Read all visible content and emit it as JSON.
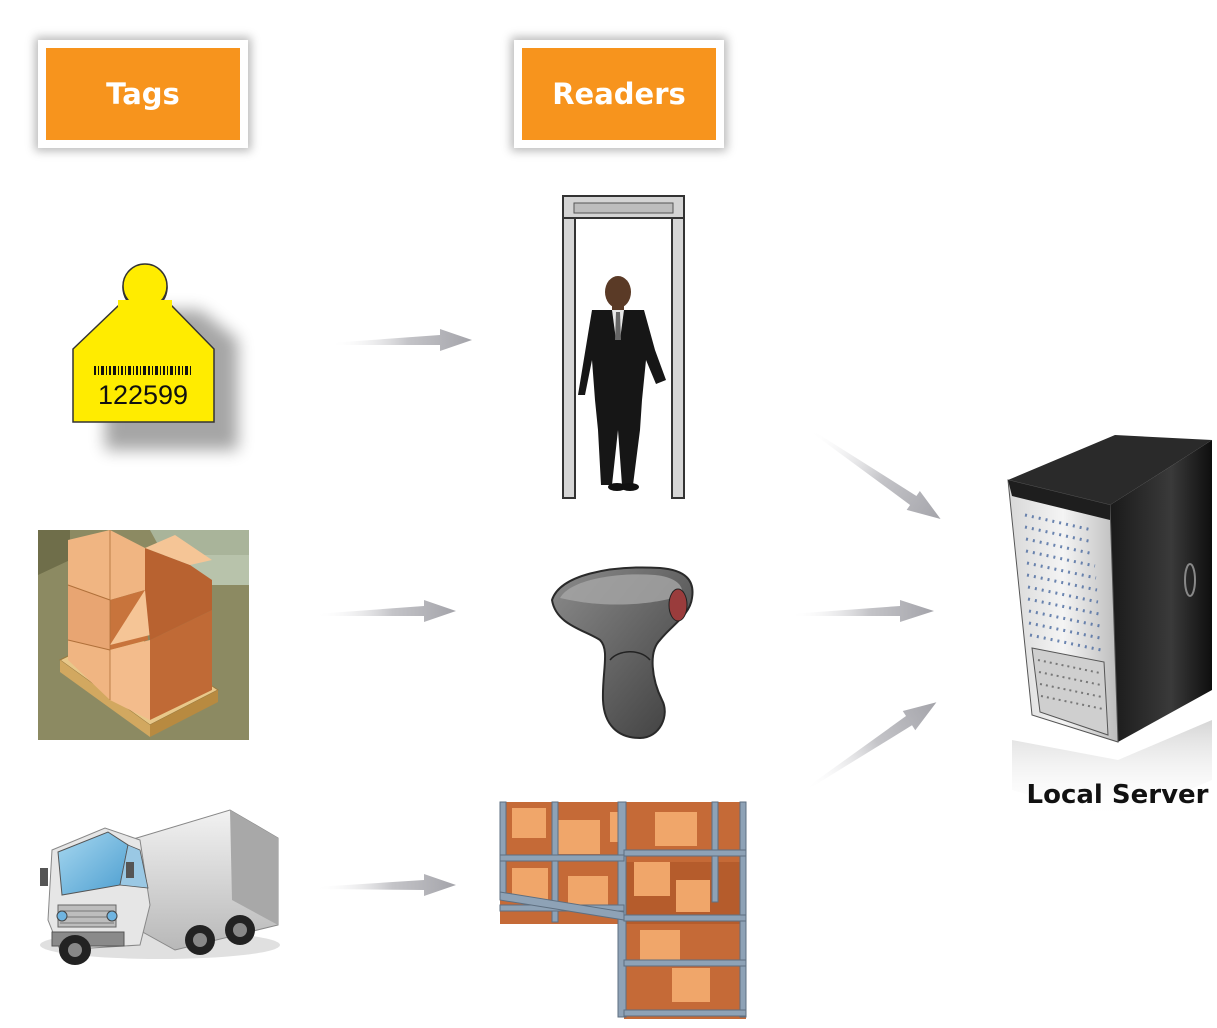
{
  "headers": {
    "tags": "Tags",
    "readers": "Readers"
  },
  "tag_label": {
    "number": "122599"
  },
  "server": {
    "label": "Local Server"
  },
  "colors": {
    "header_orange": "#f7941d",
    "tag_yellow": "#ffec00",
    "arrow_gray": "#a9a9b0"
  },
  "icons": {
    "tag": "ear-tag-icon",
    "pallet": "pallet-boxes-icon",
    "truck": "delivery-truck-icon",
    "gate": "walkthrough-gate-reader-icon",
    "scanner": "handheld-scanner-icon",
    "shelves": "warehouse-shelves-icon",
    "server": "server-tower-icon"
  }
}
